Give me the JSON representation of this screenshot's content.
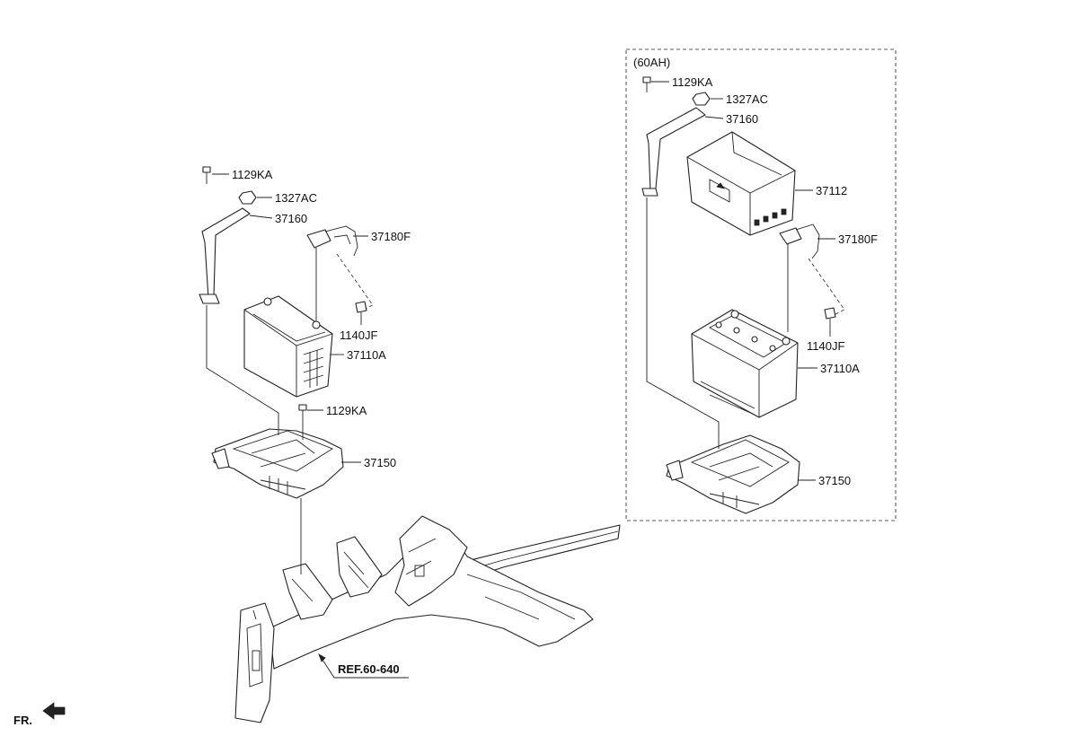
{
  "main_assembly": {
    "labels": {
      "bolt_top": "1129KA",
      "nut": "1327AC",
      "bracket": "37160",
      "sensor": "37180F",
      "screw": "1140JF",
      "battery": "37110A",
      "bolt_tray": "1129KA",
      "tray": "37150"
    }
  },
  "option_60ah": {
    "heading": "(60AH)",
    "labels": {
      "bolt": "1129KA",
      "nut": "1327AC",
      "bracket": "37160",
      "cover": "37112",
      "sensor": "37180F",
      "screw": "1140JF",
      "battery": "37110A",
      "tray": "37150"
    }
  },
  "reference": "REF.60-640",
  "front_indicator": "FR."
}
